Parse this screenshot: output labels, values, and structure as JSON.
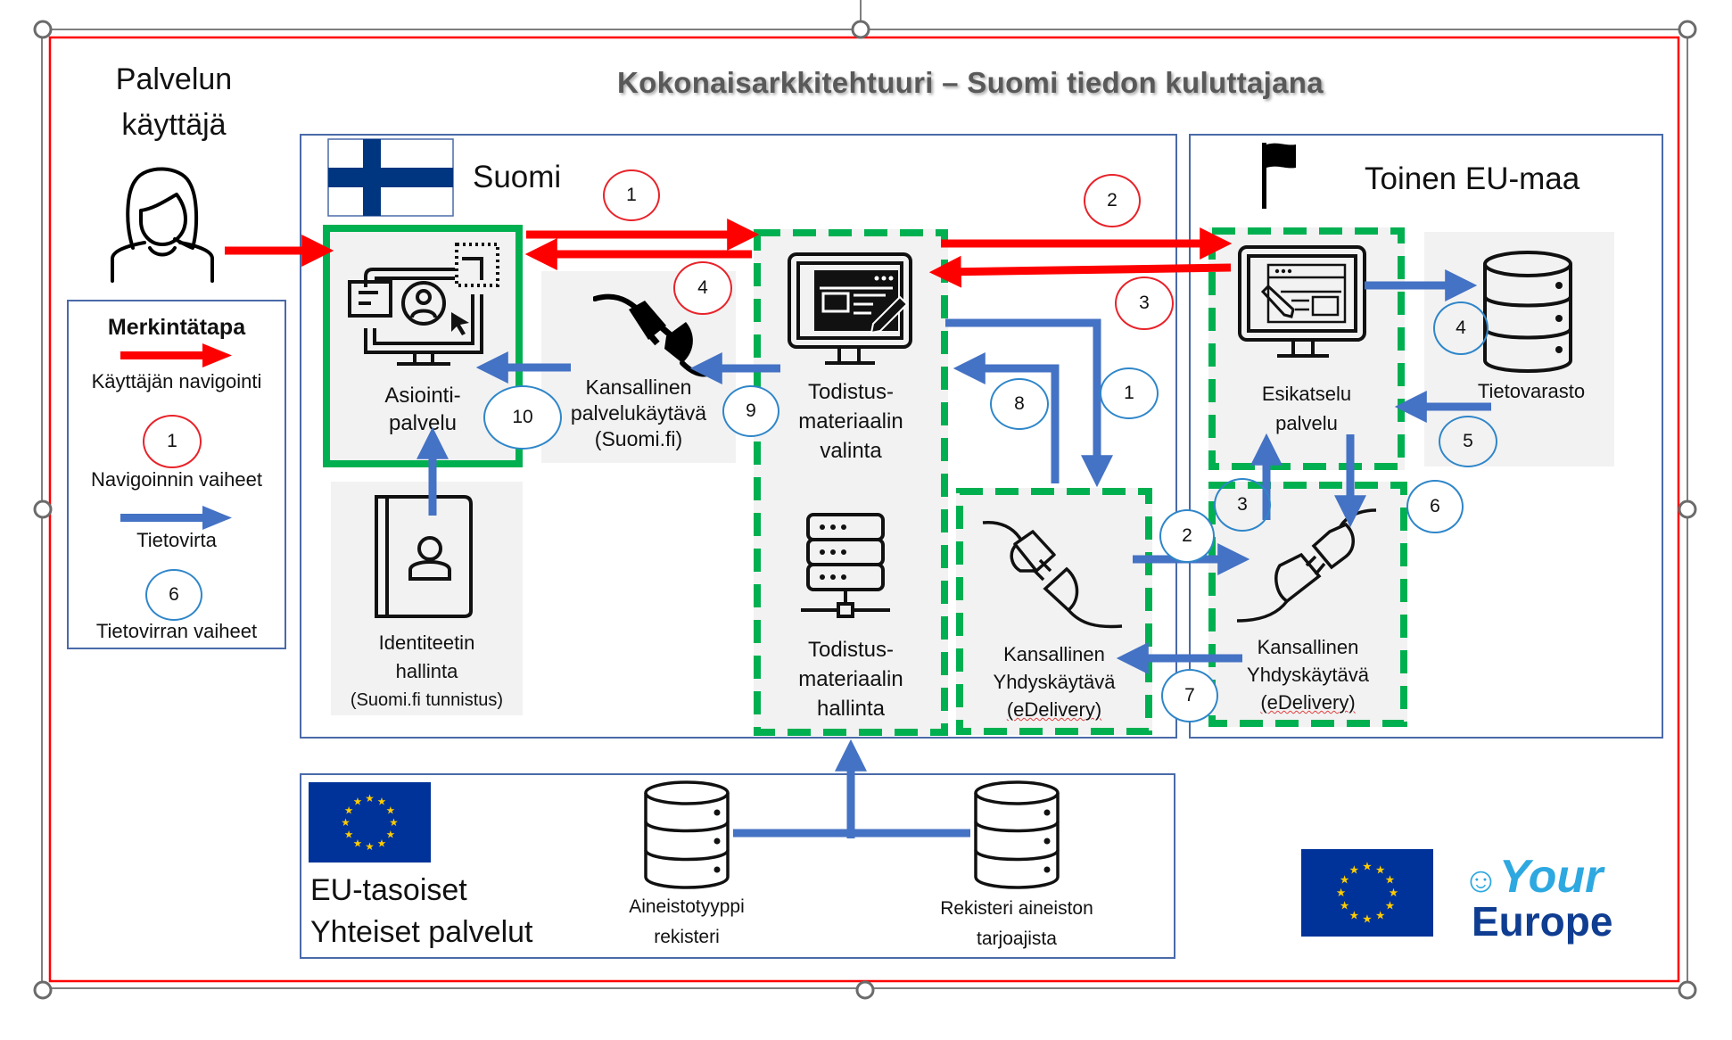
{
  "title": "Kokonaisarkkitehtuuri – Suomi tiedon kuluttajana",
  "user": {
    "line1": "Palvelun",
    "line2": "käyttäjä",
    "icon": "person-icon"
  },
  "legend": {
    "heading": "Merkintätapa",
    "items": [
      {
        "label": "Käyttäjän navigointi",
        "symbol": "red-arrow"
      },
      {
        "label": "Navigoinnin vaiheet",
        "symbol": "red-circle",
        "sample": "1"
      },
      {
        "label": "Tietovirta",
        "symbol": "blue-arrow"
      },
      {
        "label": "Tietovirran vaiheet",
        "symbol": "blue-circle",
        "sample": "6"
      }
    ]
  },
  "suomi": {
    "label": "Suomi",
    "flag": "finland-flag-icon",
    "asiointi": {
      "line1": "Asiointi-",
      "line2": "palvelu"
    },
    "palvelukaytava": {
      "line1": "Kansallinen",
      "line2": "palvelukäytävä",
      "line3": "(Suomi.fi)"
    },
    "identiteetti": {
      "line1": "Identiteetin",
      "line2": "hallinta",
      "line3": "(Suomi.fi tunnistus)"
    },
    "valinta": {
      "line1": "Todistus-",
      "line2": "materiaalin",
      "line3": "valinta"
    },
    "hallinta": {
      "line1": "Todistus-",
      "line2": "materiaalin",
      "line3": "hallinta"
    },
    "gateway": {
      "line1": "Kansallinen",
      "line2": "Yhdyskäytävä",
      "line3": "(eDelivery)"
    }
  },
  "toinen": {
    "label": "Toinen EU-maa",
    "flag": "flag-icon",
    "esikatselu": {
      "line1": "Esikatselu",
      "line2": "palvelu"
    },
    "tietovarasto": {
      "label": "Tietovarasto"
    },
    "gateway": {
      "line1": "Kansallinen",
      "line2": "Yhdyskäytävä",
      "line3": "(eDelivery)"
    }
  },
  "eu": {
    "line1": "EU-tasoiset",
    "line2": "Yhteiset palvelut",
    "flag": "eu-flag-icon",
    "registry1": {
      "line1": "Aineistotyyppi",
      "line2": "rekisteri"
    },
    "registry2": {
      "line1": "Rekisteri aineiston",
      "line2": "tarjoajista"
    }
  },
  "logo": {
    "your": "Your",
    "europe": "Europe"
  },
  "nav_steps": [
    "1",
    "2",
    "3",
    "4"
  ],
  "flow_steps": [
    "1",
    "2",
    "3",
    "4",
    "5",
    "6",
    "7",
    "8",
    "9",
    "10"
  ],
  "colors": {
    "navigation": "#ff0000",
    "dataflow": "#4472c4",
    "interop_solid": "#00b050",
    "container_border": "#4a6aa8",
    "eu_blue": "#003399",
    "eu_star": "#ffcc00",
    "finland_blue": "#003580",
    "your_europe_light": "#2ea8e0",
    "your_europe_dark": "#0f3d91"
  }
}
